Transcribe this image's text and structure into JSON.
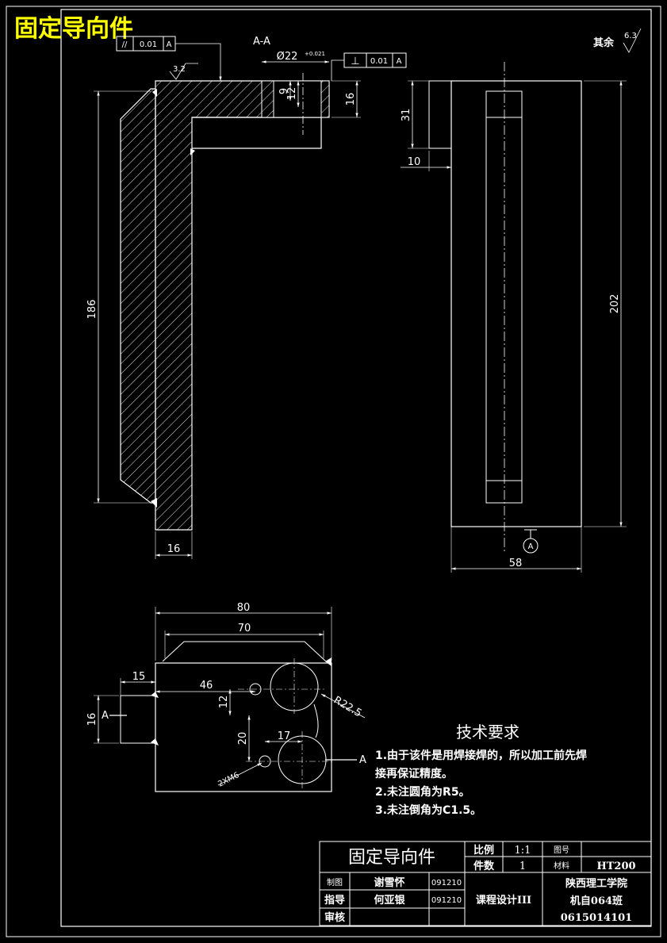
{
  "header": {
    "title": "固定导向件"
  },
  "views": {
    "section_label": "A-A",
    "section_arrow_label": "A",
    "datum_label": "A",
    "surface_rest_label": "其余",
    "surface_rest_value": "6.3",
    "surface_top_value": "3.2"
  },
  "tolerances": {
    "parallel_symbol": "//",
    "parallel_value": "0.01",
    "parallel_datum": "A",
    "perp_symbol": "⊥",
    "perp_value": "0.01",
    "perp_datum": "A"
  },
  "dimensions": {
    "bore": "Ø22",
    "bore_tol": "+0.021",
    "d9": "9",
    "d12": "12",
    "d16_top": "16",
    "d186": "186",
    "d16_bottom": "16",
    "d31": "31",
    "d10": "10",
    "d202": "202",
    "d58": "58",
    "d80": "80",
    "d70": "70",
    "d15": "15",
    "d46": "46",
    "d12_left": "12",
    "d16_left": "16",
    "d20": "20",
    "d17": "17",
    "r22_5": "R22.5",
    "thread": "2XM6"
  },
  "requirements": {
    "heading": "技术要求",
    "items": [
      "1.由于该件是用焊接焊的，所以加工前先焊",
      "接再保证精度。",
      "2.未注圆角为R5。",
      "3.未注倒角为C1.5。"
    ]
  },
  "title_block": {
    "part_name": "固定导向件",
    "scale_label": "比例",
    "scale_value": "1:1",
    "drawing_no_label": "图号",
    "qty_label": "件数",
    "qty_value": "1",
    "material_label": "材料",
    "material_value": "HT200",
    "designer_label": "制图",
    "designer_name": "谢雪怀",
    "designer_date": "091210",
    "guide_label": "指导",
    "guide_name": "何亚银",
    "guide_date": "091210",
    "review_label": "审核",
    "course": "课程设计III",
    "school": "陕西理工学院",
    "class_name": "机自064班",
    "student_no": "0615014101"
  }
}
